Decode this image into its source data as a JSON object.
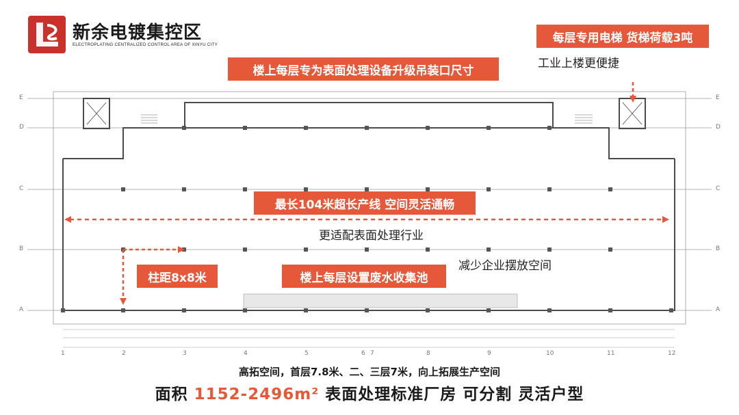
{
  "header": {
    "brand_title": "新余电镀集控区",
    "brand_subtitle": "ELECTROPLATING CENTRALIZED CONTROL AREA OF XINYU CITY"
  },
  "callouts": {
    "elevator": "每层专用电梯 货梯荷载3吨",
    "elevator_note": "工业上楼更便捷",
    "hoist": "楼上每层专为表面处理设备升级吊装口尺寸",
    "length": "最长104米超长产线  空间灵活通畅",
    "industry": "更适配表面处理行业",
    "column": "柱距8x8米",
    "wastewater": "楼上每层设置废水收集池",
    "reduce": "减少企业摆放空间"
  },
  "plan": {
    "row_labels": [
      "E",
      "D",
      "C",
      "B",
      "A"
    ],
    "col_labels": [
      "1",
      "2",
      "3",
      "4",
      "5",
      "6",
      "7",
      "8",
      "9",
      "10",
      "11",
      "12"
    ]
  },
  "footer": {
    "subline": "高拓空间，首层7.8米、二、三层7米，向上拓展生产空间",
    "main_prefix": "面积 ",
    "main_area": "1152-2496m²",
    "main_suffix": " 表面处理标准厂房 可分割 灵活户型"
  },
  "colors": {
    "accent": "#e5583a",
    "brand_red": "#c8322a"
  }
}
